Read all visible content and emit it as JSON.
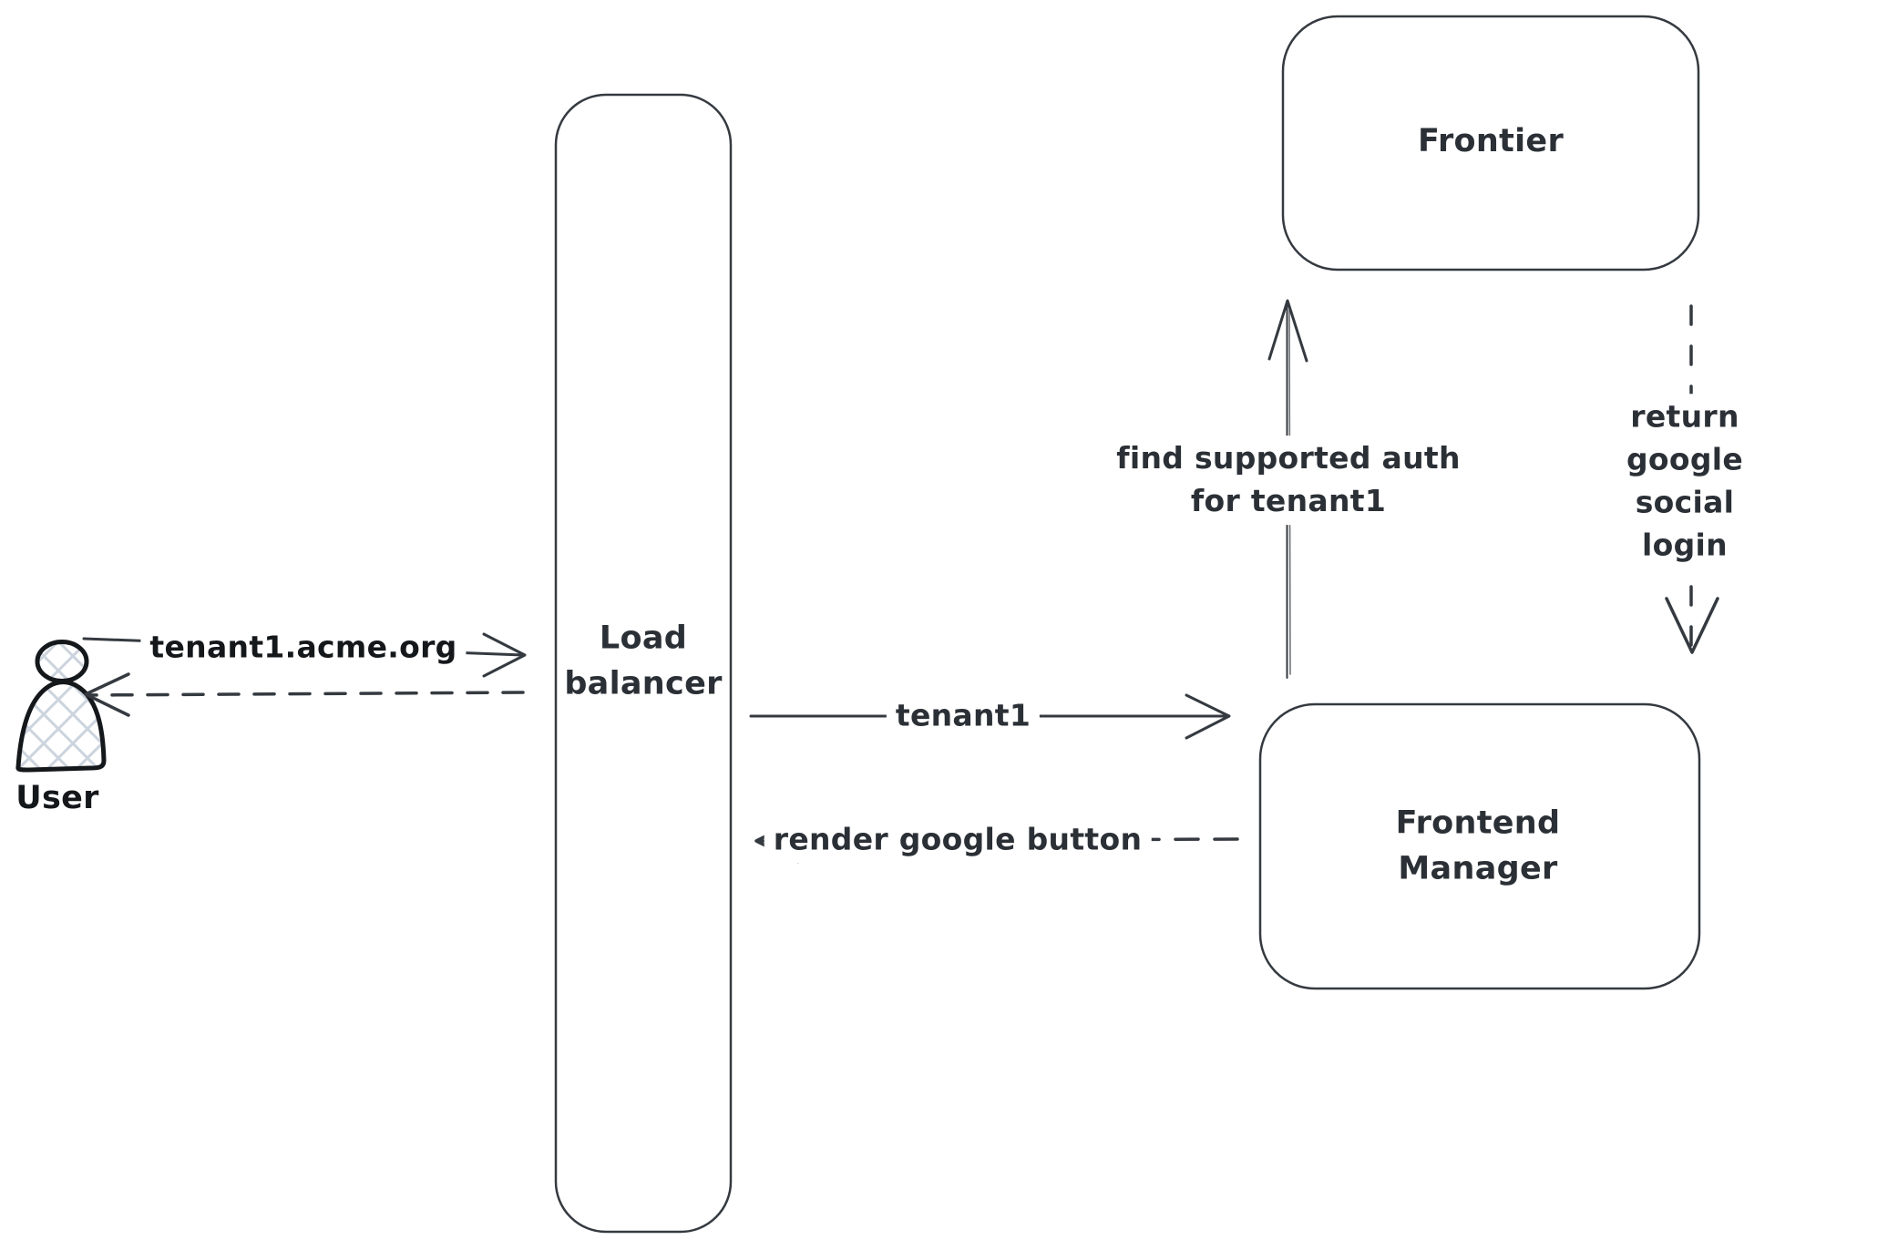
{
  "nodes": {
    "user": {
      "label": "User",
      "type": "actor"
    },
    "load_balancer": {
      "label": "Load\nbalancer",
      "type": "box"
    },
    "frontier": {
      "label": "Frontier",
      "type": "box"
    },
    "frontend_manager": {
      "label": "Frontend\nManager",
      "type": "box"
    }
  },
  "edges": {
    "user_to_lb": {
      "label": "tenant1.acme.org",
      "style": "solid",
      "direction": "right"
    },
    "lb_to_user": {
      "label": "",
      "style": "dashed",
      "direction": "left"
    },
    "lb_to_fm": {
      "label": "tenant1",
      "style": "solid",
      "direction": "right"
    },
    "fm_to_lb": {
      "label": "render google button",
      "style": "dashed",
      "direction": "left"
    },
    "fm_to_frontier": {
      "label": "find supported auth\nfor tenant1",
      "style": "solid",
      "direction": "up"
    },
    "frontier_to_fm": {
      "label": "return google social\nlogin",
      "style": "dashed",
      "direction": "down"
    }
  },
  "colors": {
    "background": "#ffffff",
    "stroke": "#343a40",
    "text": "#2b3036",
    "actor_stroke": "#15181b",
    "actor_hatch": "#ccd4de"
  }
}
